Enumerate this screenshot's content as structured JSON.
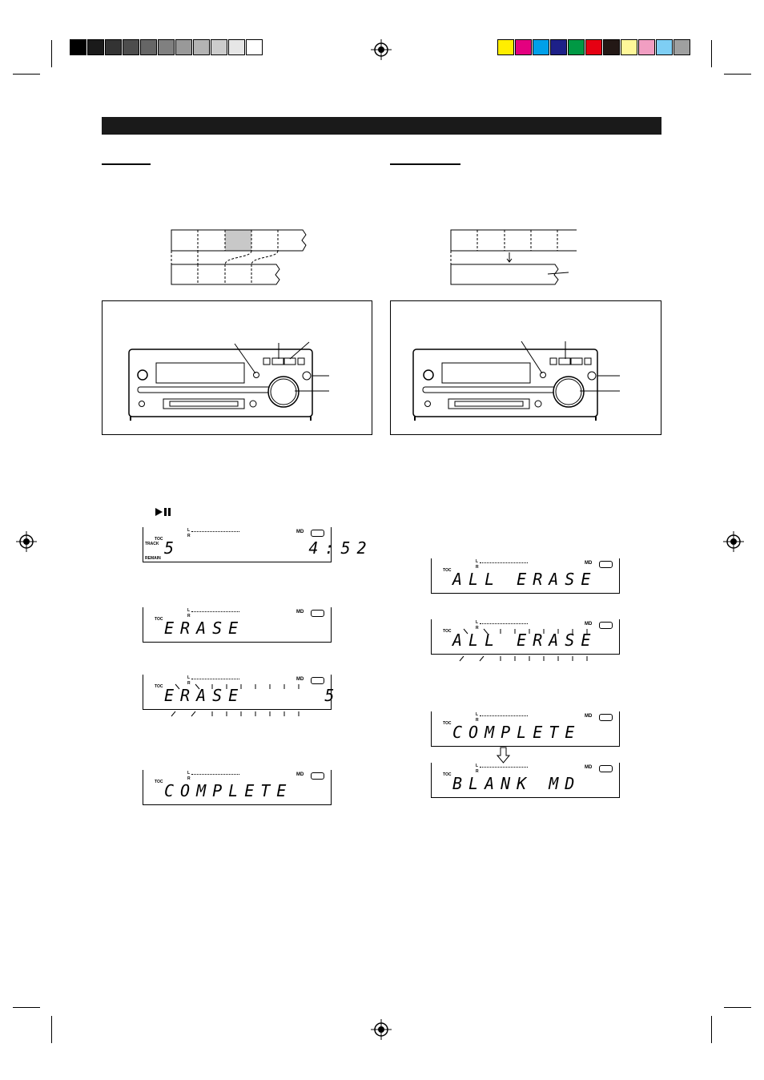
{
  "color_bars": {
    "gray_swatches": [
      "#000000",
      "#1a1a1a",
      "#333333",
      "#4d4d4d",
      "#666666",
      "#808080",
      "#999999",
      "#b3b3b3",
      "#cccccc",
      "#e6e6e6",
      "#ffffff"
    ],
    "color_swatches": [
      "#ffee00",
      "#e4007f",
      "#00a0e9",
      "#1d2088",
      "#009944",
      "#e60012",
      "#231815",
      "#fff799",
      "#f19ec2",
      "#7ecef4",
      "#9fa0a0"
    ]
  },
  "left_lcds": [
    {
      "labels": [
        "TOC",
        "TRACK",
        "REMAIN"
      ],
      "text": "5        4:52",
      "md": "MD",
      "blink": false
    },
    {
      "labels": [
        "TOC"
      ],
      "text": "ERASE",
      "md": "MD",
      "blink": false
    },
    {
      "labels": [
        "TOC"
      ],
      "text": "ERASE     5",
      "md": "MD",
      "blink": true
    },
    {
      "labels": [
        "TOC"
      ],
      "text": "COMPLETE",
      "md": "MD",
      "blink": false
    }
  ],
  "right_lcds": [
    {
      "labels": [
        "TOC"
      ],
      "text": "ALL ERASE",
      "md": "MD",
      "blink": false
    },
    {
      "labels": [
        "TOC"
      ],
      "text": "ALL ERASE",
      "md": "MD",
      "blink": true
    },
    {
      "labels": [
        "TOC"
      ],
      "text": "COMPLETE",
      "md": "MD",
      "blink": false
    },
    {
      "labels": [
        "TOC"
      ],
      "text": "BLANK MD",
      "md": "MD",
      "blink": false
    }
  ],
  "lcd_meter_labels": {
    "l": "L",
    "r": "R"
  },
  "play_icon": "play-pause-icon"
}
